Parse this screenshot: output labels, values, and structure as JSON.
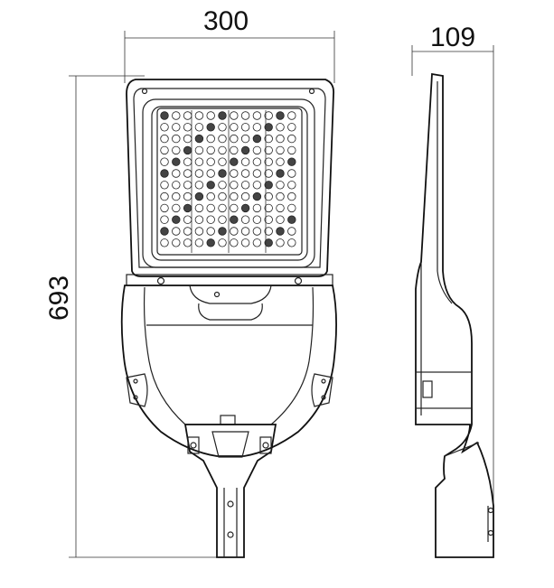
{
  "dimensions": {
    "width_label": "300",
    "height_label": "693",
    "depth_label": "109"
  },
  "colors": {
    "line": "#222222",
    "background": "#ffffff"
  }
}
